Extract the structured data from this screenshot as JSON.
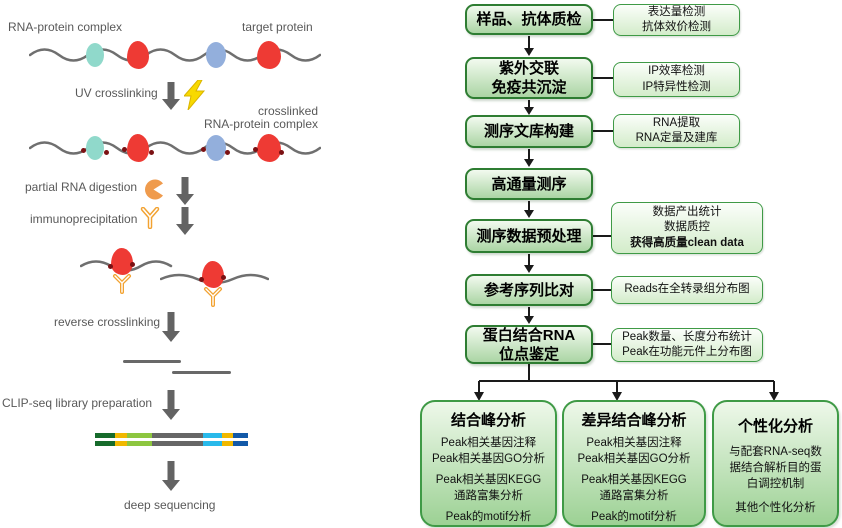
{
  "colors": {
    "gray_text": "#595959",
    "rna_line": "#6f6f6f",
    "arrow_gray": "#636363",
    "line_black": "#1a1a1a",
    "protein_teal": "#90d9cb",
    "protein_red": "#ee3a34",
    "protein_blue": "#93afdc",
    "crosslink_red": "#7b1113",
    "enzyme_orange": "#ef9b4d",
    "antibody_orange": "#f2a231",
    "lightning_yellow": "#f8d900",
    "box_border": "#2e7d32",
    "box_grad_top": "#f2faef",
    "box_grad_bottom": "#abd5a4",
    "side_border": "#3f9a46",
    "side_grad_top": "#fbfefa",
    "side_grad_bottom": "#d3ecca",
    "bottom_grad_top": "#eef8ea",
    "bottom_grad_bottom": "#9cd194"
  },
  "left_diagram": {
    "labels": {
      "rna_protein_complex": "RNA-protein complex",
      "target_protein": "target protein",
      "uv_crosslinking": "UV crosslinking",
      "crosslinked_line1": "crosslinked",
      "crosslinked_line2": "RNA-protein complex",
      "partial_rna_digestion": "partial RNA digestion",
      "immunoprecipitation": "immunoprecipitation",
      "reverse_crosslinking": "reverse crosslinking",
      "clip_seq_library_preparation": "CLIP-seq library preparation",
      "deep_sequencing": "deep sequencing"
    },
    "library_segments": [
      {
        "color": "#166b2b",
        "width": 20
      },
      {
        "color": "#f0b800",
        "width": 12
      },
      {
        "color": "#8dc63f",
        "width": 25
      },
      {
        "color": "#666666",
        "width": 51
      },
      {
        "color": "#29b9ea",
        "width": 19
      },
      {
        "color": "#f0b800",
        "width": 11
      },
      {
        "color": "#1259a8",
        "width": 15
      }
    ]
  },
  "flowchart": {
    "main_steps": [
      {
        "lines": [
          "样品、抗体质检"
        ]
      },
      {
        "lines": [
          "紫外交联",
          "免疫共沉淀"
        ]
      },
      {
        "lines": [
          "测序文库构建"
        ]
      },
      {
        "lines": [
          "高通量测序"
        ]
      },
      {
        "lines": [
          "测序数据预处理"
        ]
      },
      {
        "lines": [
          "参考序列比对"
        ]
      },
      {
        "lines": [
          "蛋白结合RNA",
          "位点鉴定"
        ]
      }
    ],
    "side_notes": [
      {
        "lines": [
          "表达量检测",
          "抗体效价检测"
        ]
      },
      {
        "lines": [
          "IP效率检测",
          "IP特异性检测"
        ]
      },
      {
        "lines": [
          "RNA提取",
          "RNA定量及建库"
        ]
      },
      {
        "lines": [
          "数据产出统计",
          "数据质控",
          "获得高质量clean data"
        ]
      },
      {
        "lines": [
          "Reads在全转录组分布图"
        ]
      },
      {
        "lines": [
          "Peak数量、长度分布统计",
          "Peak在功能元件上分布图"
        ]
      }
    ],
    "bottom_boxes": [
      {
        "title": "结合峰分析",
        "groups": [
          [
            "Peak相关基因注释",
            "Peak相关基因GO分析"
          ],
          [
            "Peak相关基因KEGG",
            "通路富集分析"
          ],
          [
            "Peak的motif分析"
          ]
        ]
      },
      {
        "title": "差异结合峰分析",
        "groups": [
          [
            "Peak相关基因注释",
            "Peak相关基因GO分析"
          ],
          [
            "Peak相关基因KEGG",
            "通路富集分析"
          ],
          [
            "Peak的motif分析"
          ]
        ]
      },
      {
        "title": "个性化分析",
        "groups": [
          [
            "与配套RNA-seq数",
            "据结合解析目的蛋",
            "白调控机制"
          ],
          [
            "其他个性化分析"
          ]
        ]
      }
    ]
  }
}
